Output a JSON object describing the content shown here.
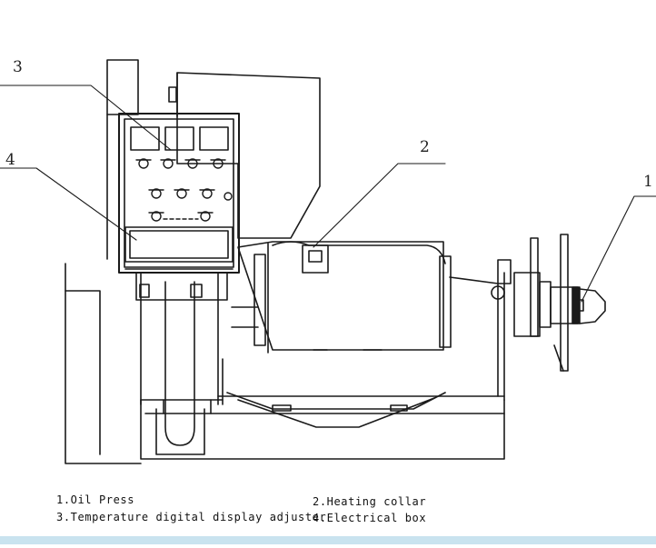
{
  "callouts": [
    "1",
    "2",
    "3",
    "4"
  ],
  "legend": [
    "1.Oil Press",
    "2.Heating collar",
    "3.Temperature digital display adjuster",
    "4.Electrical box"
  ]
}
